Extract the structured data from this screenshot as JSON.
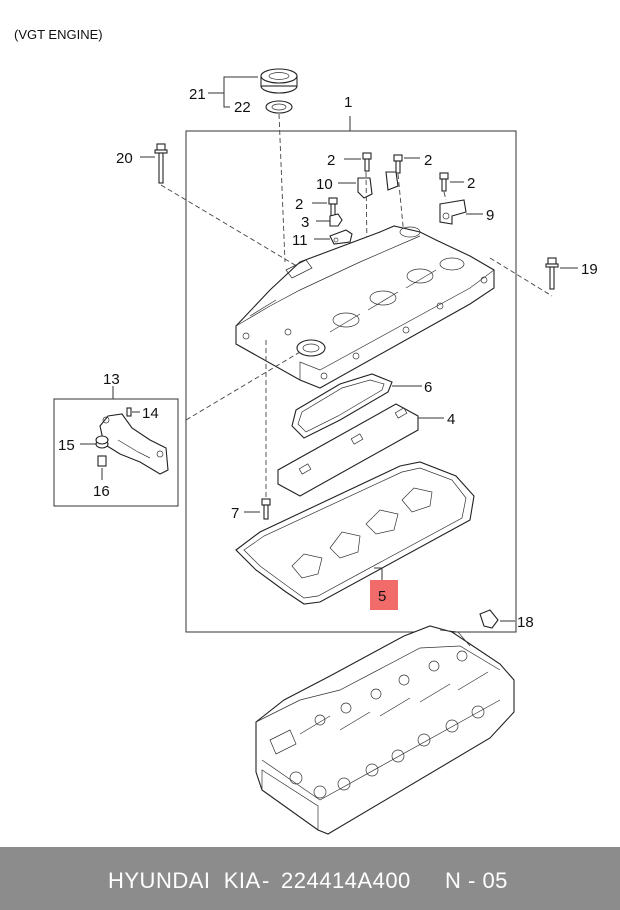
{
  "header": {
    "title": "(VGT ENGINE)"
  },
  "callouts": {
    "c1": "1",
    "c2a": "2",
    "c2b": "2",
    "c2c": "2",
    "c2d": "2",
    "c3": "3",
    "c4": "4",
    "c5": "5",
    "c6": "6",
    "c7": "7",
    "c9": "9",
    "c10": "10",
    "c11": "11",
    "c13": "13",
    "c14": "14",
    "c15": "15",
    "c16": "16",
    "c18": "18",
    "c19": "19",
    "c20": "20",
    "c21": "21",
    "c22": "22"
  },
  "highlight_color": "#f26b6b",
  "footer": {
    "brand": "HYUNDAI  KIA",
    "separator": "-",
    "part_number": "224414A400",
    "code": "N - 05",
    "background": "#8c8c8c"
  }
}
